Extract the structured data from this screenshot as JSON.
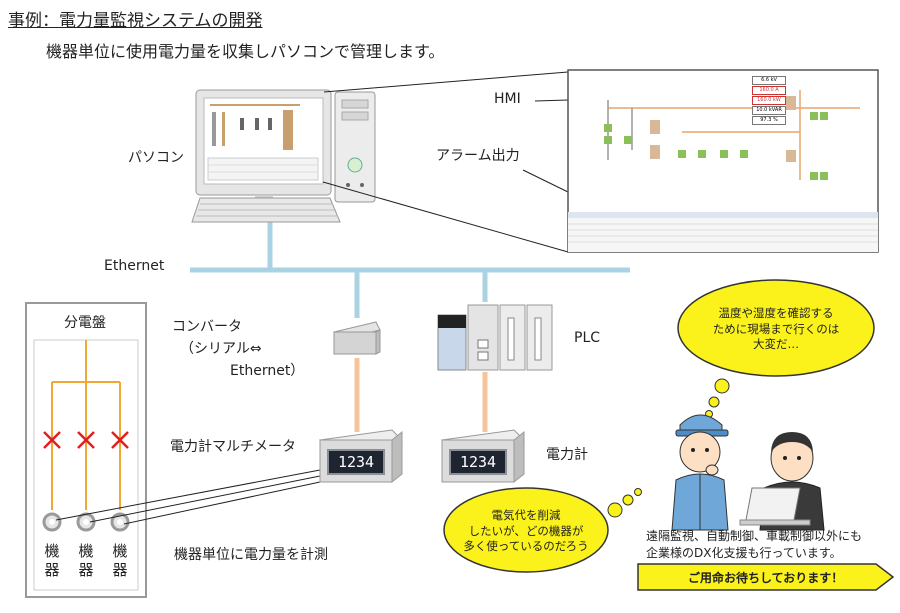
{
  "title": "事例：電力量監視システムの開発",
  "subtitle": "機器単位に使用電力量を収集しパソコンで管理します。",
  "labels": {
    "pc": "パソコン",
    "hmi": "HMI",
    "alarm": "アラーム出力",
    "ethernet": "Ethernet",
    "panel": "分電盤",
    "converter_line1": "コンバータ",
    "converter_line2": "（シリアル⇔",
    "converter_line3": "Ethernet）",
    "plc": "PLC",
    "multimeter": "電力計マルチメータ",
    "powermeter": "電力計",
    "measure": "機器単位に電力量を計測",
    "device_top": "機",
    "device_bottom": "器"
  },
  "meters": {
    "multimeter_value": "1234",
    "powermeter_value": "1234"
  },
  "hmi_readouts": [
    "6.6 kV",
    "160.0 A",
    "160.0 kW",
    "10.0 kVAR",
    "97.3 %"
  ],
  "bubbles": {
    "worker_line1": "温度や湿度を確認する",
    "worker_line2": "ために現場まで行くのは",
    "worker_line3": "大変だ…",
    "manager_line1": "電気代を削減",
    "manager_line2": "したいが、どの機器が",
    "manager_line3": "多く使っているのだろう"
  },
  "dx": {
    "line1": "遠隔監視、自動制御、車載制御以外にも",
    "line2": "企業様のDX化支援も行っています。",
    "banner": "ご用命お待ちしております！"
  },
  "colors": {
    "ethernet": "#a9d3e3",
    "serial": "#f7c49a",
    "panel_line": "#f0a733",
    "breaker": "#e02020",
    "bubble": "#fbf21c",
    "banner": "#fbf21c"
  }
}
